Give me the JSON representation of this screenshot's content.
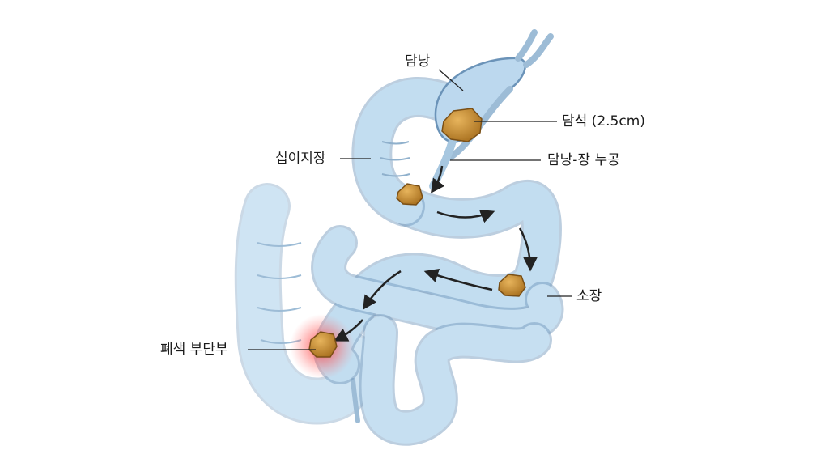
{
  "labels": {
    "gallbladder": "담낭",
    "gallstone": "담석 (2.5cm)",
    "duodenum": "십이지장",
    "fistula": "담낭-장 누공",
    "small_intestine": "소장",
    "obstruction": "폐색 부단부"
  },
  "colors": {
    "organ_fill": "#bfdcef",
    "organ_stroke": "#6b93b8",
    "stone": "#c48a35",
    "inflammation": "#e53935",
    "arrow": "#222222"
  }
}
